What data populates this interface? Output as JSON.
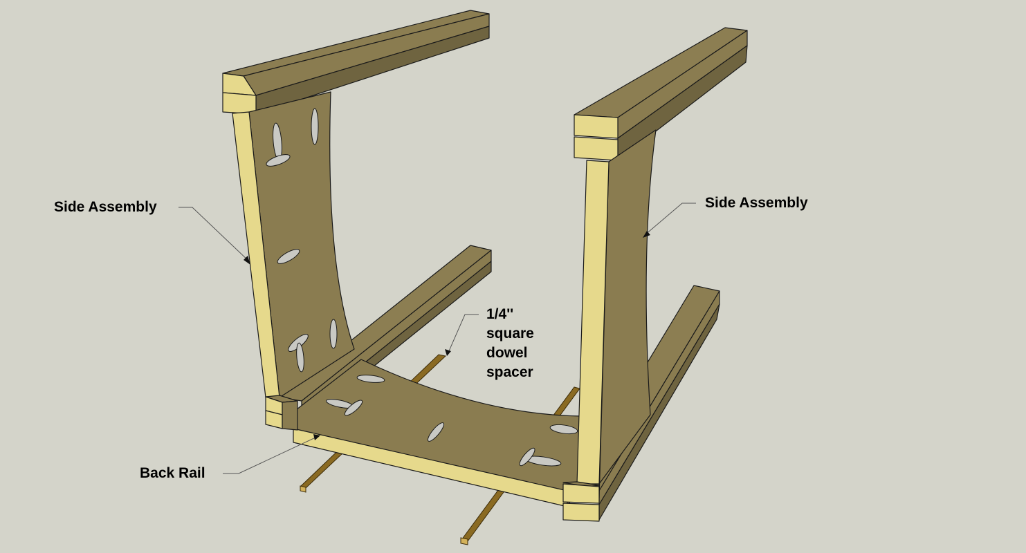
{
  "labels": {
    "side_assembly_left": "Side Assembly",
    "side_assembly_right": "Side Assembly",
    "back_rail": "Back Rail",
    "dowel_line1": "1/4''",
    "dowel_line2": "square",
    "dowel_line3": "dowel",
    "dowel_line4": "spacer"
  },
  "colors": {
    "background": "#d4d4ca",
    "wood_face": "#8a7c50",
    "wood_edge": "#e6d98c",
    "dowel": "#8a6a22"
  }
}
